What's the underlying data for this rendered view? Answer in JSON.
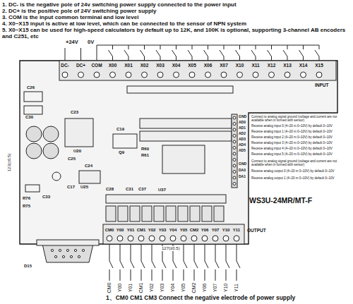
{
  "diagram": {
    "labels": [
      "1. DC- is the negative pole of 24v switching power supply connected to the power input",
      "2. DC+ is the positive pole of 24V switching power supply",
      "3. COM is the input common terminal and low level",
      "4. X0~X15 input is active at low level, which can be connected to the sensor of NPN system",
      "5. X0~X15 can be used for high-speed calculators by default up to 12K, and 100K is optional, supporting 3-channel AB encoders and C251, etc",
      "+24V",
      "0V",
      "DC-",
      "DC+",
      "COM",
      "X00",
      "X01",
      "X02",
      "X03",
      "X04",
      "X05",
      "X06",
      "X07",
      "X10",
      "X11",
      "X12",
      "X13",
      "X14",
      "X15",
      "INPUT",
      "C26",
      "C30",
      "C23",
      "U20",
      "C25",
      "C24",
      "U25",
      "Q9",
      "C19",
      "R60",
      "R61",
      "C17",
      "C28",
      "C31",
      "C37",
      "U37",
      "R76",
      "R75",
      "C33",
      "D15",
      "GND",
      "AD0",
      "AD1",
      "AD2",
      "AD3",
      "AD4",
      "AD5",
      "GND",
      "DA0",
      "DA1",
      "Connect to analog signal ground (voltage and current are not available when in formed with sensor)",
      "Receive analog input 0 (4~20 m 0~10V) by default 0~10V",
      "Receive analog input 1 (4~20 m 0~10V) by default 0~10V",
      "Receive analog input 2 (4~20 m 0~10V) by default 0~10V",
      "Receive analog input 3 (4~20 m 0~10V) by default 0~10V",
      "Receive analog input 4 (4~20 m 0~10V) by default 0~10V",
      "Receive analog input 5 (4~20 m 0~10V) by default 0~10V",
      "Connect to analog signal ground (voltage and current are not available when in formed with sensor)",
      "Receive analog output 0 (4~20 m 0~10V) by default 0~10V",
      "Receive analog output 1 (4~20 m 0~10V) by default 0~10V",
      "WS3U-24MR/MT-F",
      "OUTPUT",
      "CM0",
      "Y00",
      "Y01",
      "CM1",
      "Y02",
      "Y03",
      "Y04",
      "Y05",
      "CM2",
      "Y06",
      "Y07",
      "Y10",
      "Y11",
      "CM0",
      "Y00",
      "Y01",
      "CM1",
      "Y02",
      "Y03",
      "Y04",
      "Y05",
      "CM2",
      "Y06",
      "Y07",
      "Y10",
      "Y11",
      "1、CM0 CM1 CM3 Connect the negative electrode of power supply",
      "123(±0.5)",
      "127(±0.5)"
    ]
  }
}
